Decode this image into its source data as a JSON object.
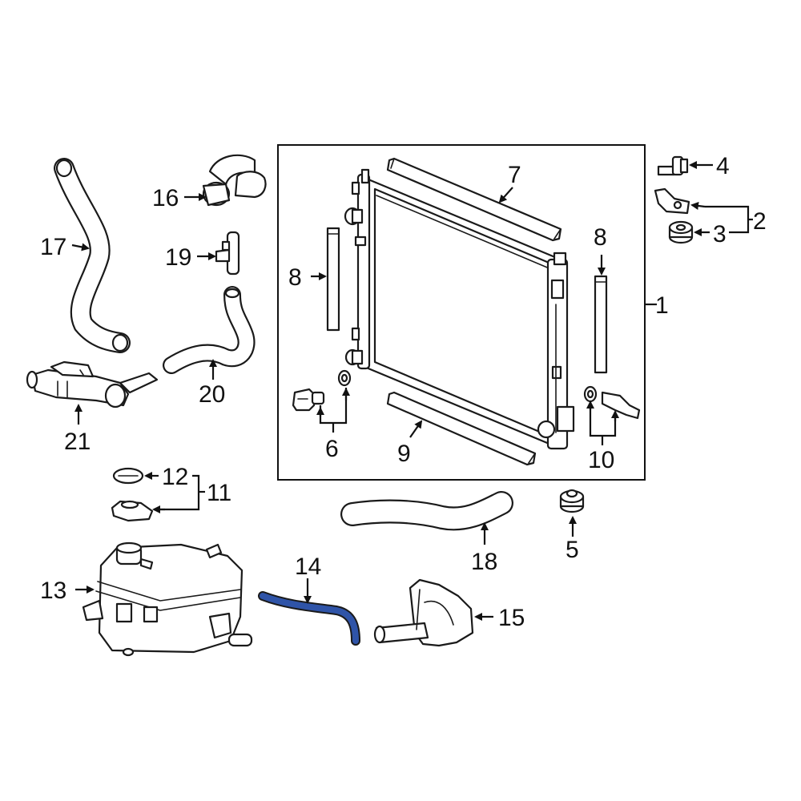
{
  "colors": {
    "highlight": "#2f54a8",
    "line": "#1a1a1a",
    "background": "#ffffff"
  },
  "callouts": {
    "c1": "1",
    "c2": "2",
    "c3": "3",
    "c4": "4",
    "c5": "5",
    "c6": "6",
    "c7": "7",
    "c8a": "8",
    "c8b": "8",
    "c9": "9",
    "c10": "10",
    "c11": "11",
    "c12": "12",
    "c13": "13",
    "c14": "14",
    "c15": "15",
    "c16": "16",
    "c17": "17",
    "c18": "18",
    "c19": "19",
    "c20": "20",
    "c21": "21"
  }
}
